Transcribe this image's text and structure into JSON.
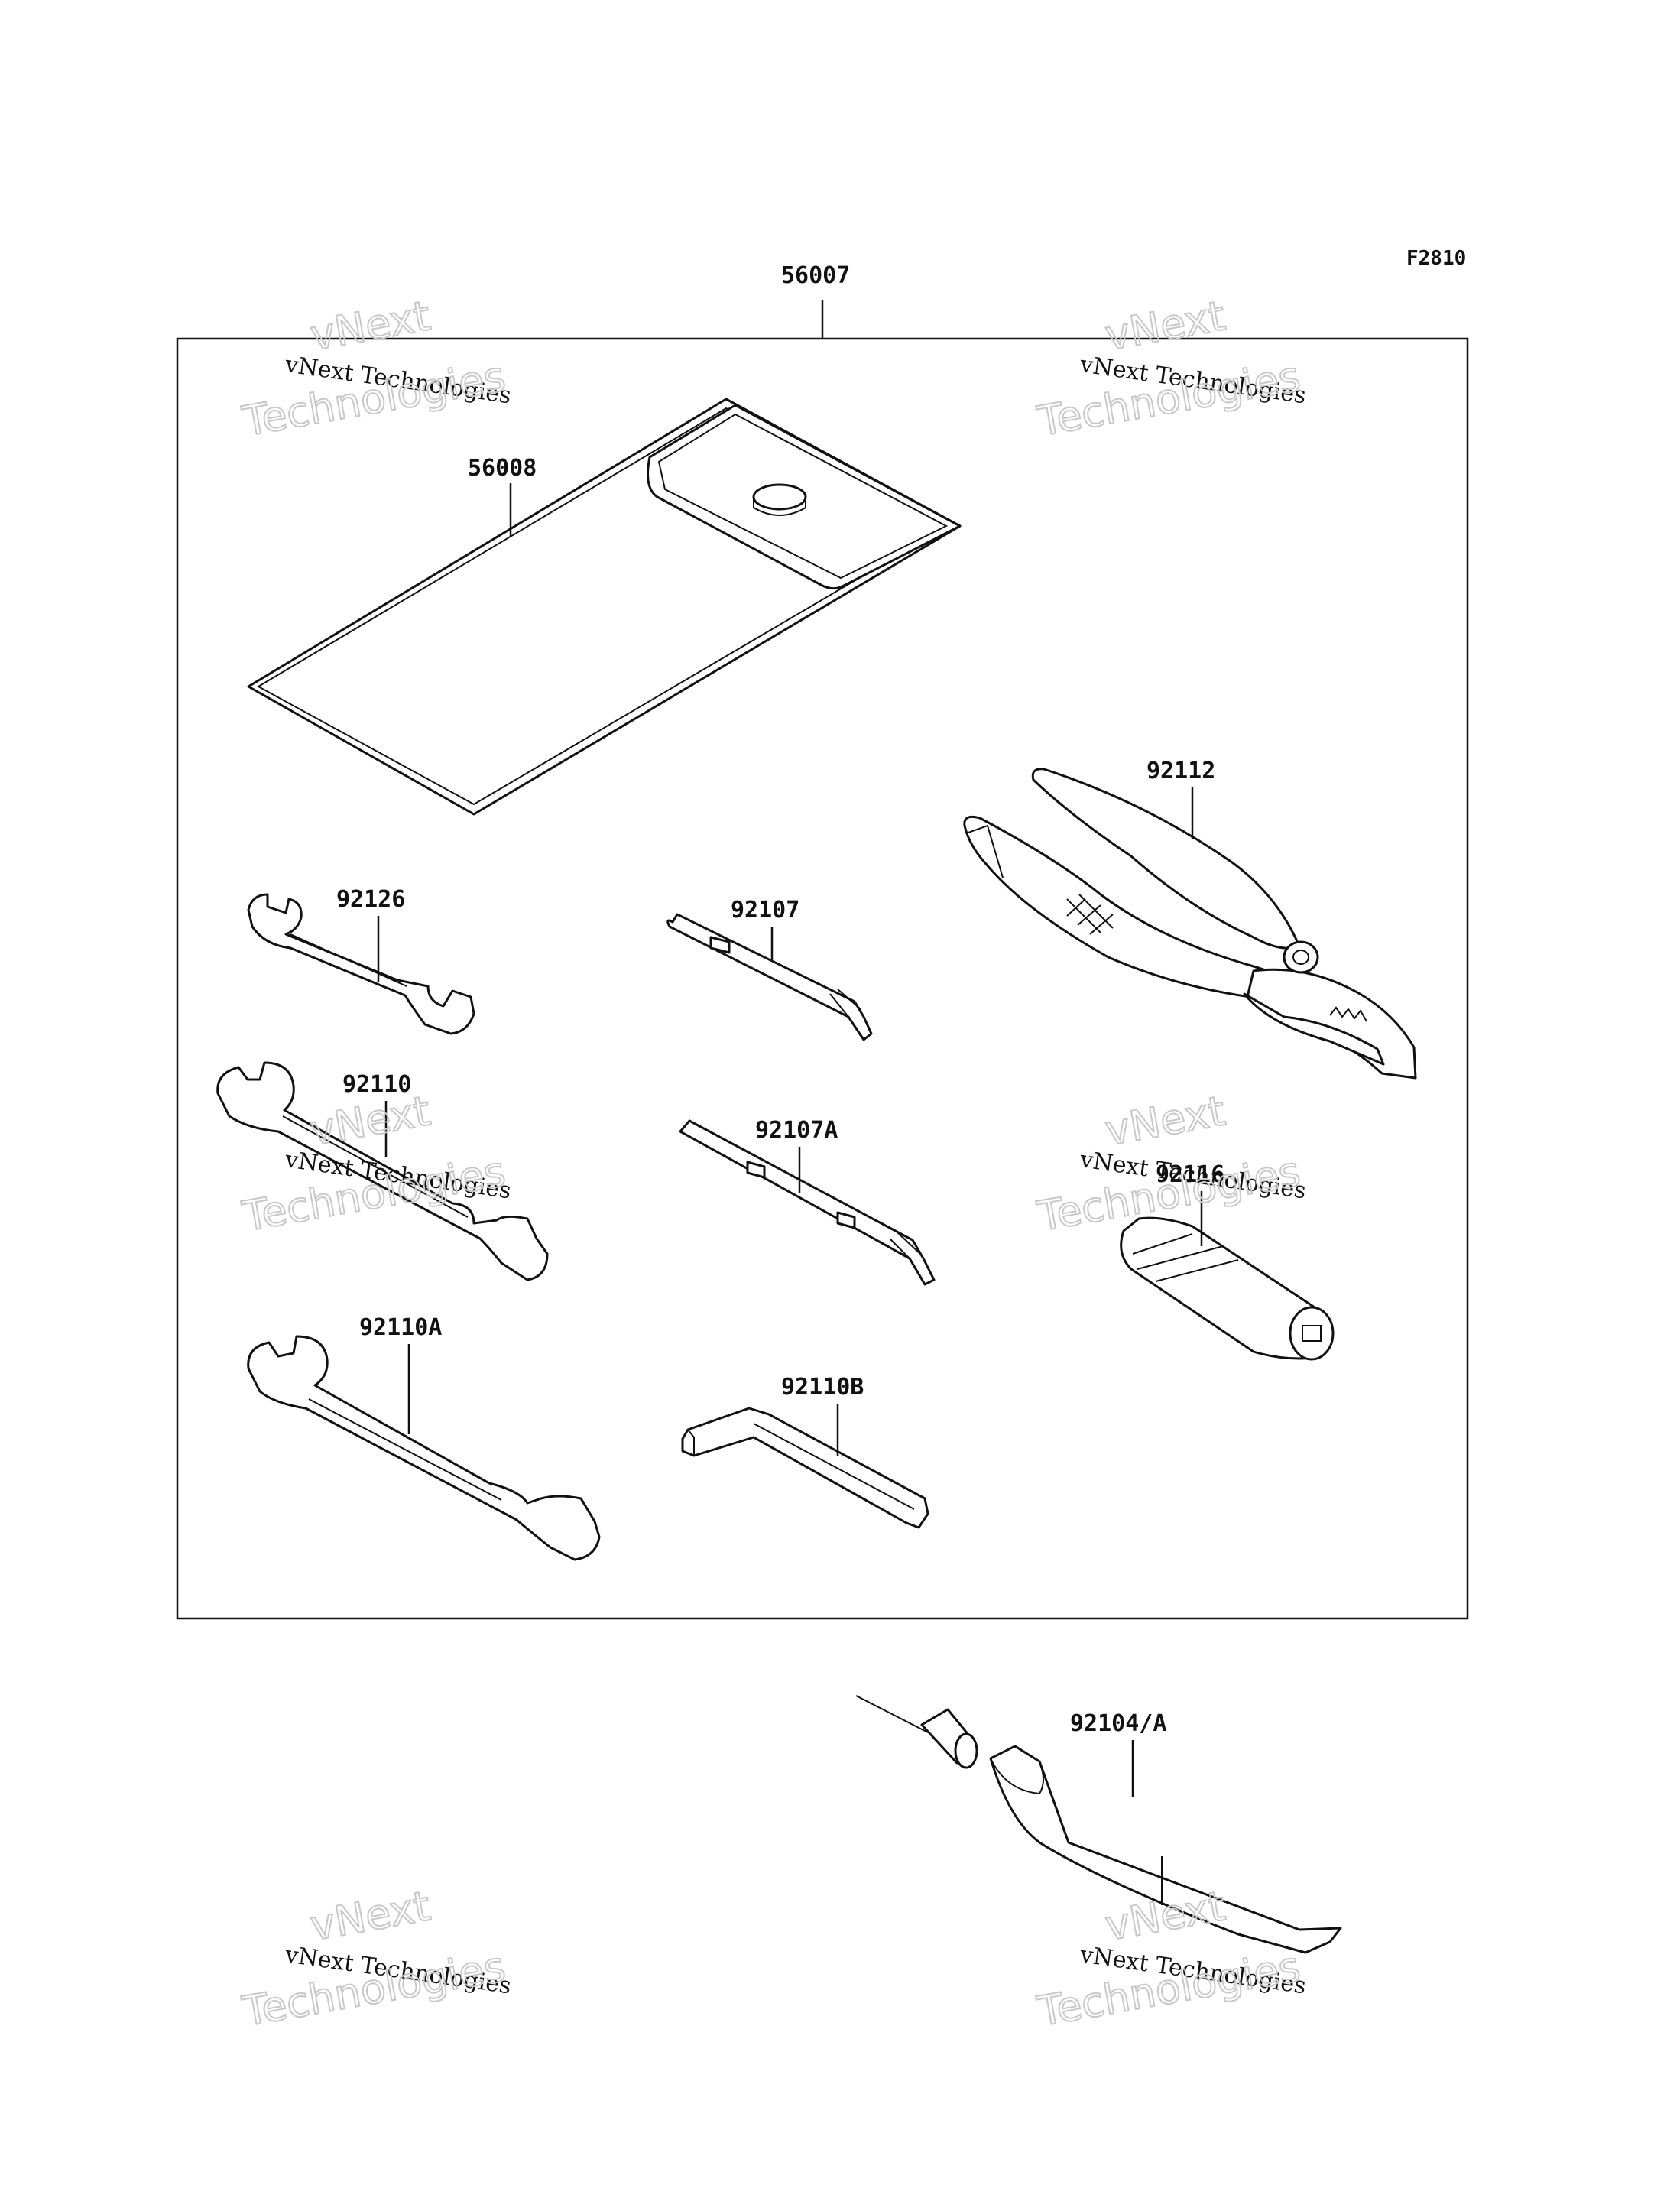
{
  "figure_ref": "F2810",
  "watermark": {
    "line1": "vNext Technologies",
    "line2": "vNext",
    "line3": "Technologies"
  },
  "parts": [
    {
      "id": "p56007",
      "label": "56007"
    },
    {
      "id": "p56008",
      "label": "56008"
    },
    {
      "id": "p92112",
      "label": "92112"
    },
    {
      "id": "p92126",
      "label": "92126"
    },
    {
      "id": "p92107",
      "label": "92107"
    },
    {
      "id": "p92110",
      "label": "92110"
    },
    {
      "id": "p92107A",
      "label": "92107A"
    },
    {
      "id": "p92116",
      "label": "92116"
    },
    {
      "id": "p92110A",
      "label": "92110A"
    },
    {
      "id": "p92110B",
      "label": "92110B"
    },
    {
      "id": "p92104A",
      "label": "92104/A"
    }
  ]
}
